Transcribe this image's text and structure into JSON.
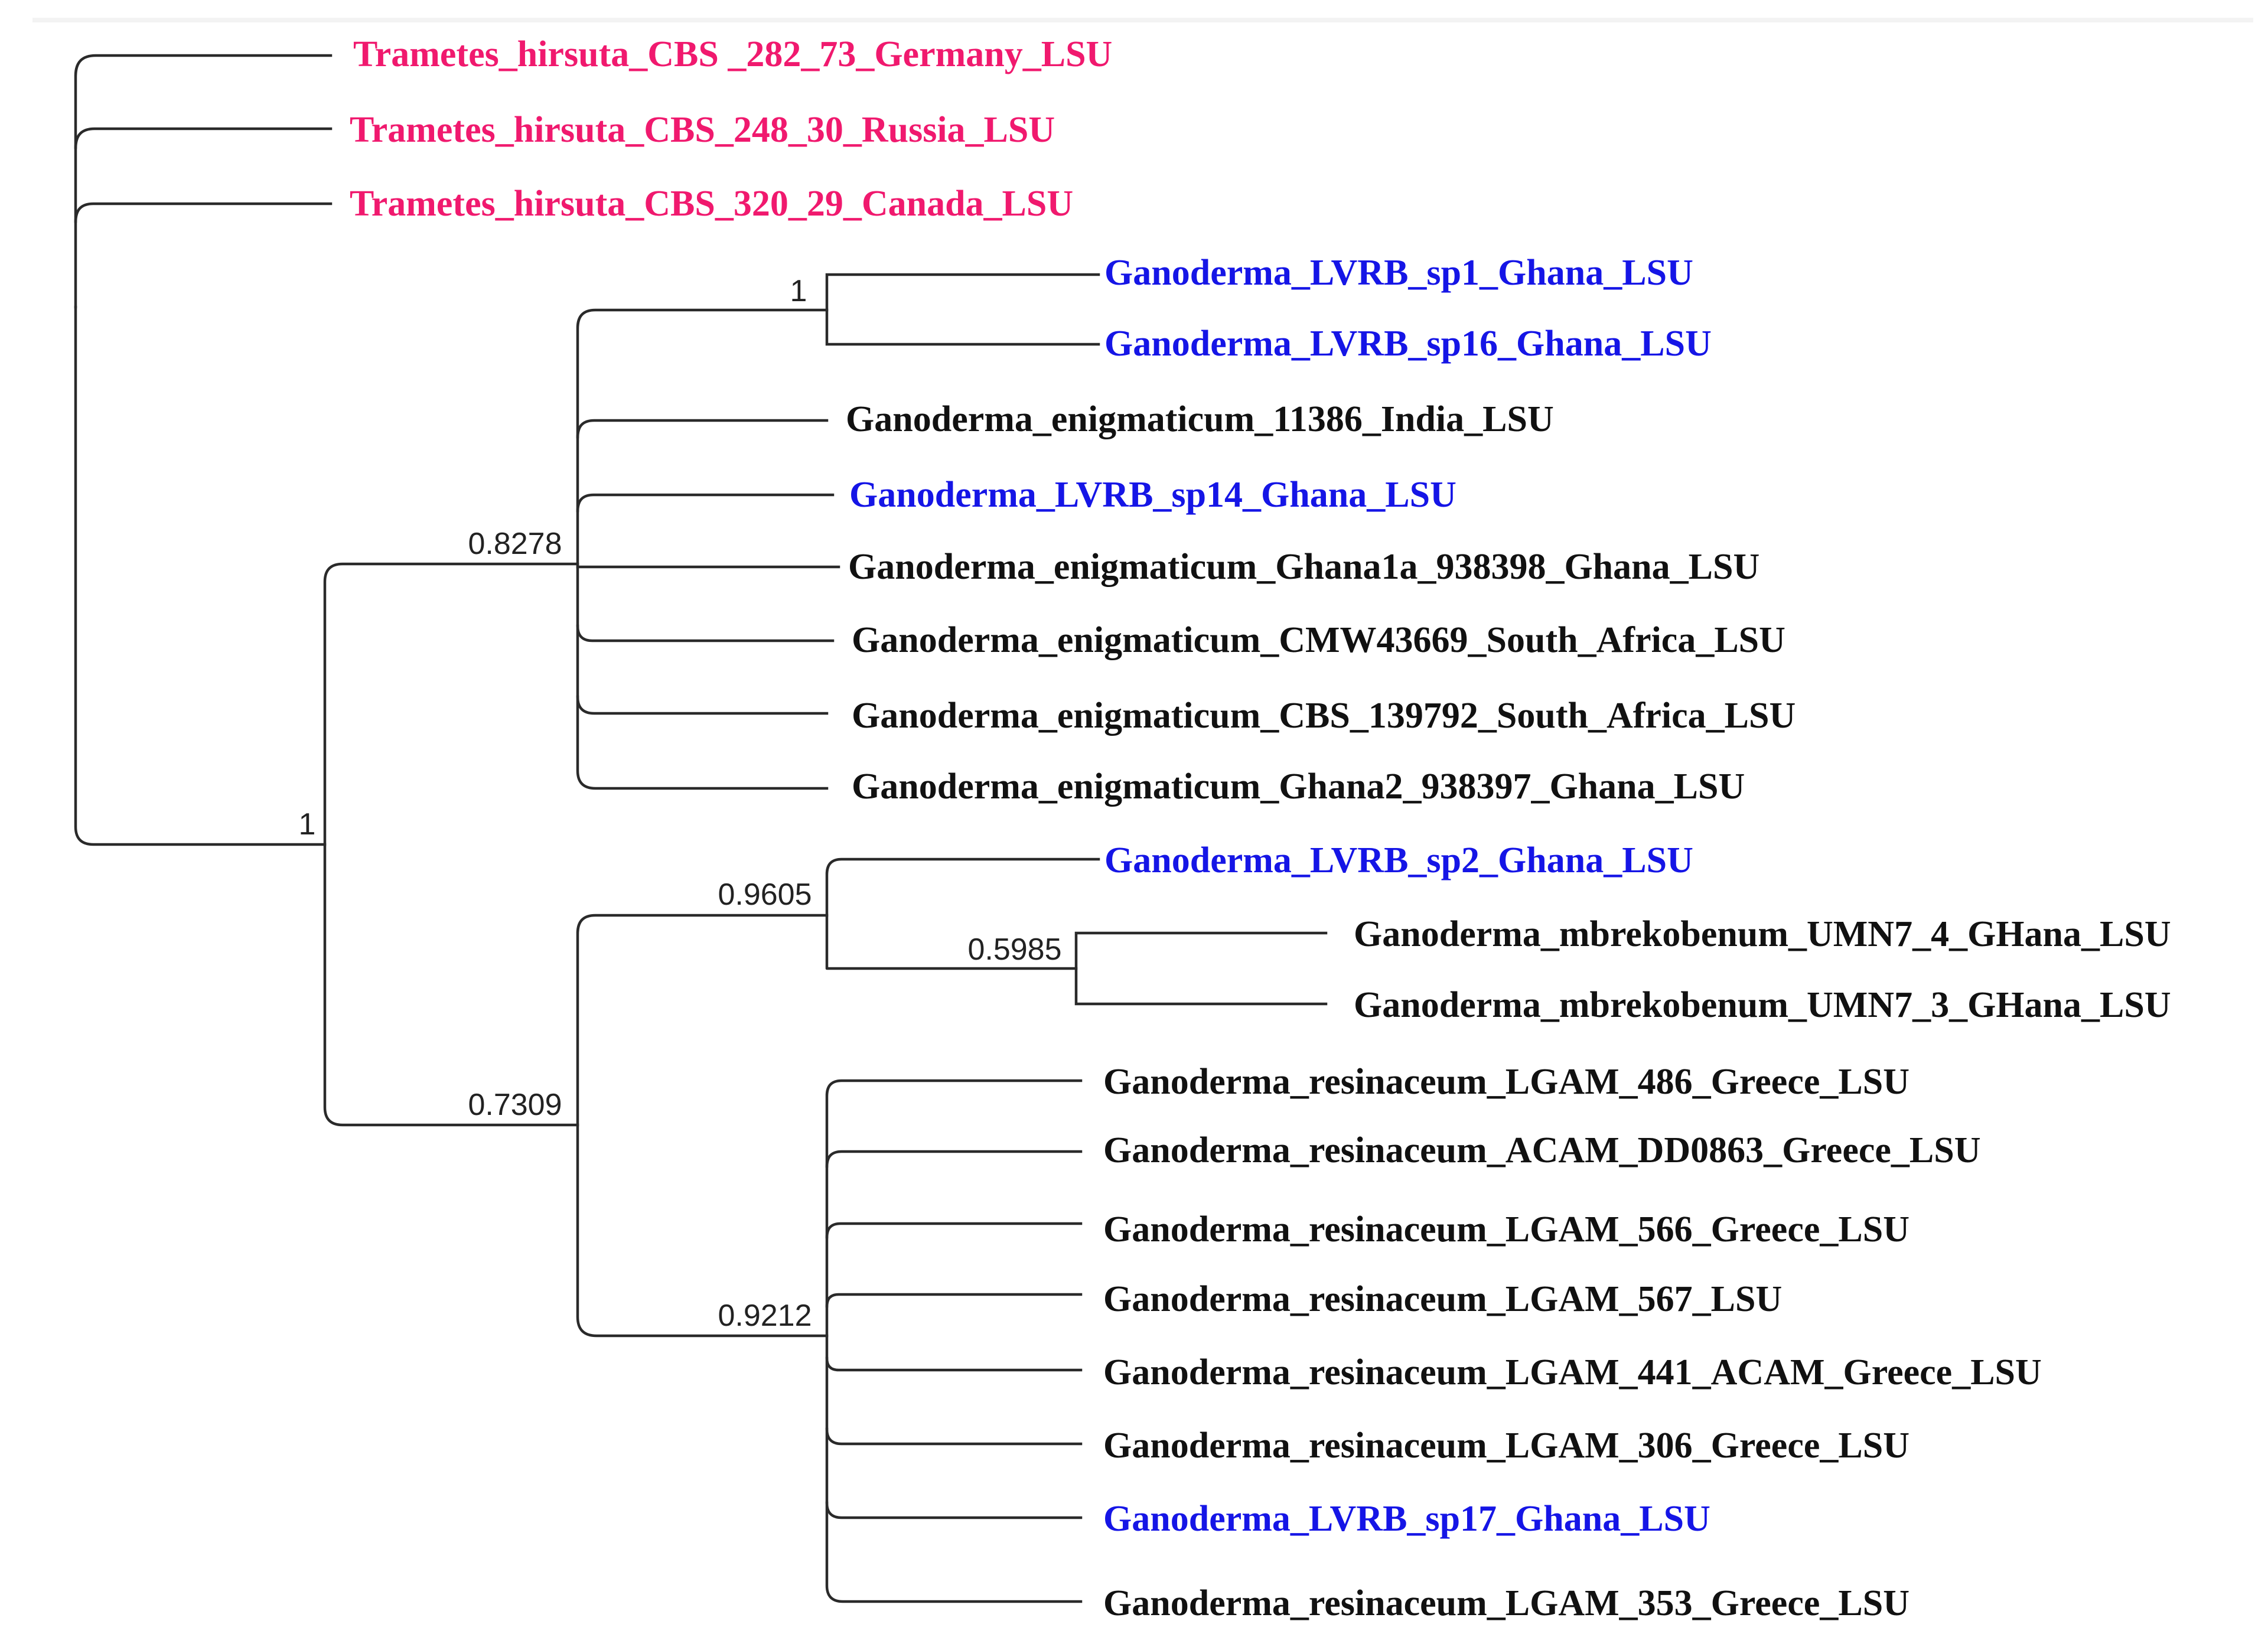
{
  "colors": {
    "outgroup": "#f0196e",
    "sample": "#1515e6",
    "reference": "#111111",
    "branch": "#2a2a2a"
  },
  "tree": {
    "leaves": [
      {
        "id": "L1",
        "label": "Trametes_hirsuta_CBS _282_73_Germany_LSU",
        "group": "outgroup"
      },
      {
        "id": "L2",
        "label": "Trametes_hirsuta_CBS_248_30_Russia_LSU",
        "group": "outgroup"
      },
      {
        "id": "L3",
        "label": "Trametes_hirsuta_CBS_320_29_Canada_LSU",
        "group": "outgroup"
      },
      {
        "id": "L4",
        "label": "Ganoderma_LVRB_sp1_Ghana_LSU",
        "group": "sample"
      },
      {
        "id": "L5",
        "label": "Ganoderma_LVRB_sp16_Ghana_LSU",
        "group": "sample"
      },
      {
        "id": "L6",
        "label": "Ganoderma_enigmaticum_11386_India_LSU",
        "group": "reference"
      },
      {
        "id": "L7",
        "label": "Ganoderma_LVRB_sp14_Ghana_LSU",
        "group": "sample"
      },
      {
        "id": "L8",
        "label": "Ganoderma_enigmaticum_Ghana1a_938398_Ghana_LSU",
        "group": "reference"
      },
      {
        "id": "L9",
        "label": "Ganoderma_enigmaticum_CMW43669_South_Africa_LSU",
        "group": "reference"
      },
      {
        "id": "L10",
        "label": "Ganoderma_enigmaticum_CBS_139792_South_Africa_LSU",
        "group": "reference"
      },
      {
        "id": "L11",
        "label": "Ganoderma_enigmaticum_Ghana2_938397_Ghana_LSU",
        "group": "reference"
      },
      {
        "id": "L12",
        "label": "Ganoderma_LVRB_sp2_Ghana_LSU",
        "group": "sample"
      },
      {
        "id": "L13",
        "label": "Ganoderma_mbrekobenum_UMN7_4_GHana_LSU",
        "group": "reference"
      },
      {
        "id": "L14",
        "label": "Ganoderma_mbrekobenum_UMN7_3_GHana_LSU",
        "group": "reference"
      },
      {
        "id": "L15",
        "label": "Ganoderma_resinaceum_LGAM_486_Greece_LSU",
        "group": "reference"
      },
      {
        "id": "L16",
        "label": "Ganoderma_resinaceum_ACAM_DD0863_Greece_LSU",
        "group": "reference"
      },
      {
        "id": "L17",
        "label": "Ganoderma_resinaceum_LGAM_566_Greece_LSU",
        "group": "reference"
      },
      {
        "id": "L18",
        "label": "Ganoderma_resinaceum_LGAM_567_LSU",
        "group": "reference"
      },
      {
        "id": "L19",
        "label": "Ganoderma_resinaceum_LGAM_441_ACAM_Greece_LSU",
        "group": "reference"
      },
      {
        "id": "L20",
        "label": "Ganoderma_resinaceum_LGAM_306_Greece_LSU",
        "group": "reference"
      },
      {
        "id": "L21",
        "label": "Ganoderma_LVRB_sp17_Ghana_LSU",
        "group": "sample"
      },
      {
        "id": "L22",
        "label": "Ganoderma_resinaceum_LGAM_353_Greece_LSU",
        "group": "reference"
      }
    ],
    "support_values": [
      {
        "node": "sp1-sp16-clade",
        "value": "1"
      },
      {
        "node": "enigmaticum-clade",
        "value": "0.8278"
      },
      {
        "node": "ganoderma-clade",
        "value": "1"
      },
      {
        "node": "sp2-mbrekobenum-clade",
        "value": "0.9605"
      },
      {
        "node": "mbrekobenum-clade",
        "value": "0.5985"
      },
      {
        "node": "mbrekobenum-resinaceum-clade",
        "value": "0.7309"
      },
      {
        "node": "resinaceum-clade",
        "value": "0.9212"
      }
    ]
  }
}
